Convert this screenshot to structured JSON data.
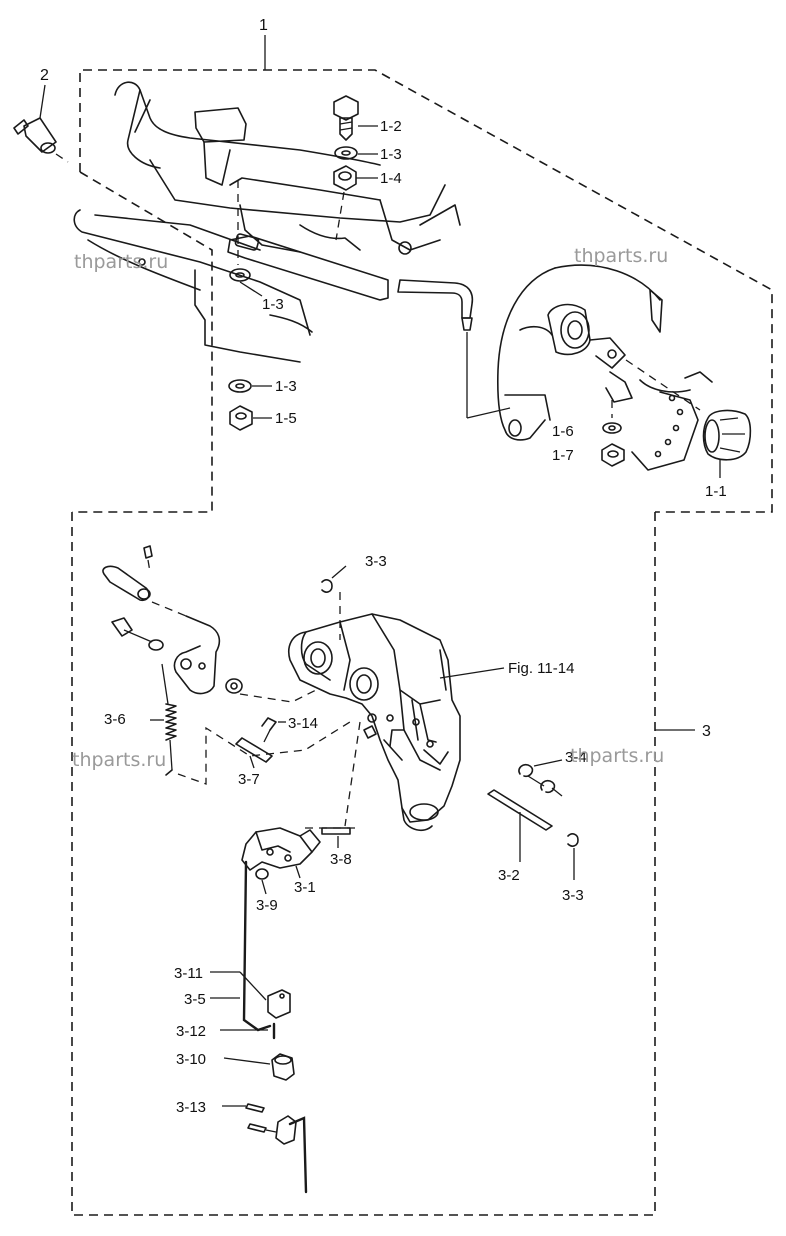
{
  "labels": {
    "assy_1": "1",
    "assy_2": "2",
    "assy_3": "3",
    "p1_1": "1-1",
    "p1_2": "1-2",
    "p1_3a": "1-3",
    "p1_4": "1-4",
    "p1_3b": "1-3",
    "p1_3c": "1-3",
    "p1_5": "1-5",
    "p1_6": "1-6",
    "p1_7": "1-7",
    "p3_1": "3-1",
    "p3_2": "3-2",
    "p3_3a": "3-3",
    "p3_3b": "3-3",
    "p3_4": "3-4",
    "p3_5": "3-5",
    "p3_6": "3-6",
    "p3_7": "3-7",
    "p3_8": "3-8",
    "p3_9": "3-9",
    "p3_10": "3-10",
    "p3_11": "3-11",
    "p3_12": "3-12",
    "p3_13": "3-13",
    "p3_14": "3-14",
    "fig_ref": "Fig. 11-14"
  },
  "watermarks": [
    "thparts.ru",
    "thparts.ru",
    "thparts.ru",
    "thparts.ru"
  ],
  "colors": {
    "ink": "#1a1a1a",
    "watermark": "#9a9a9a",
    "paper": "#ffffff"
  }
}
